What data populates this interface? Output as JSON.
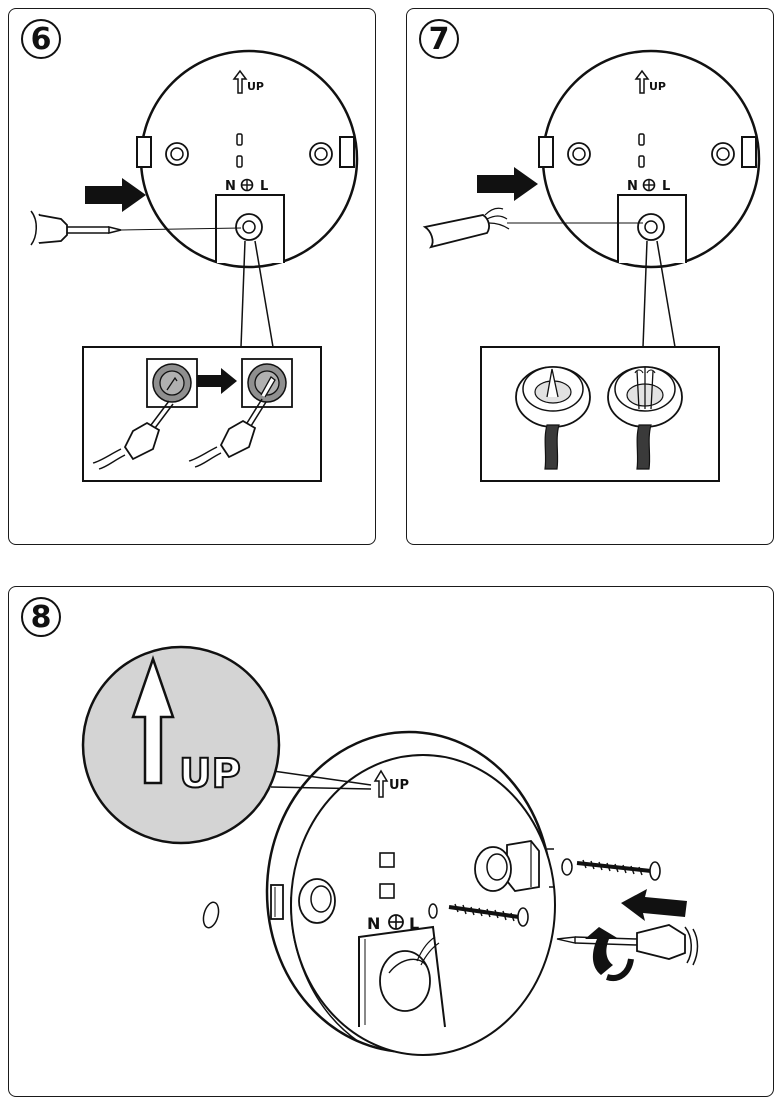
{
  "steps": [
    {
      "number": "6",
      "up_label": "UP",
      "terminal_labels": [
        "N",
        "L"
      ]
    },
    {
      "number": "7",
      "up_label": "UP",
      "terminal_labels": [
        "N",
        "L"
      ]
    },
    {
      "number": "8",
      "up_label": "UP",
      "callout_label": "UP",
      "terminal_labels": [
        "N",
        "L"
      ]
    }
  ],
  "colors": {
    "ink": "#111111",
    "gray_fill": "#9a9a9a",
    "light_gray": "#d8d8d8",
    "cable": "#3a3a3a"
  },
  "icons": [
    "screwdriver-icon",
    "arrow-right-icon",
    "arrow-left-icon",
    "rotate-arrow-icon",
    "earth-symbol-icon",
    "up-arrow-icon",
    "screw-icon"
  ]
}
